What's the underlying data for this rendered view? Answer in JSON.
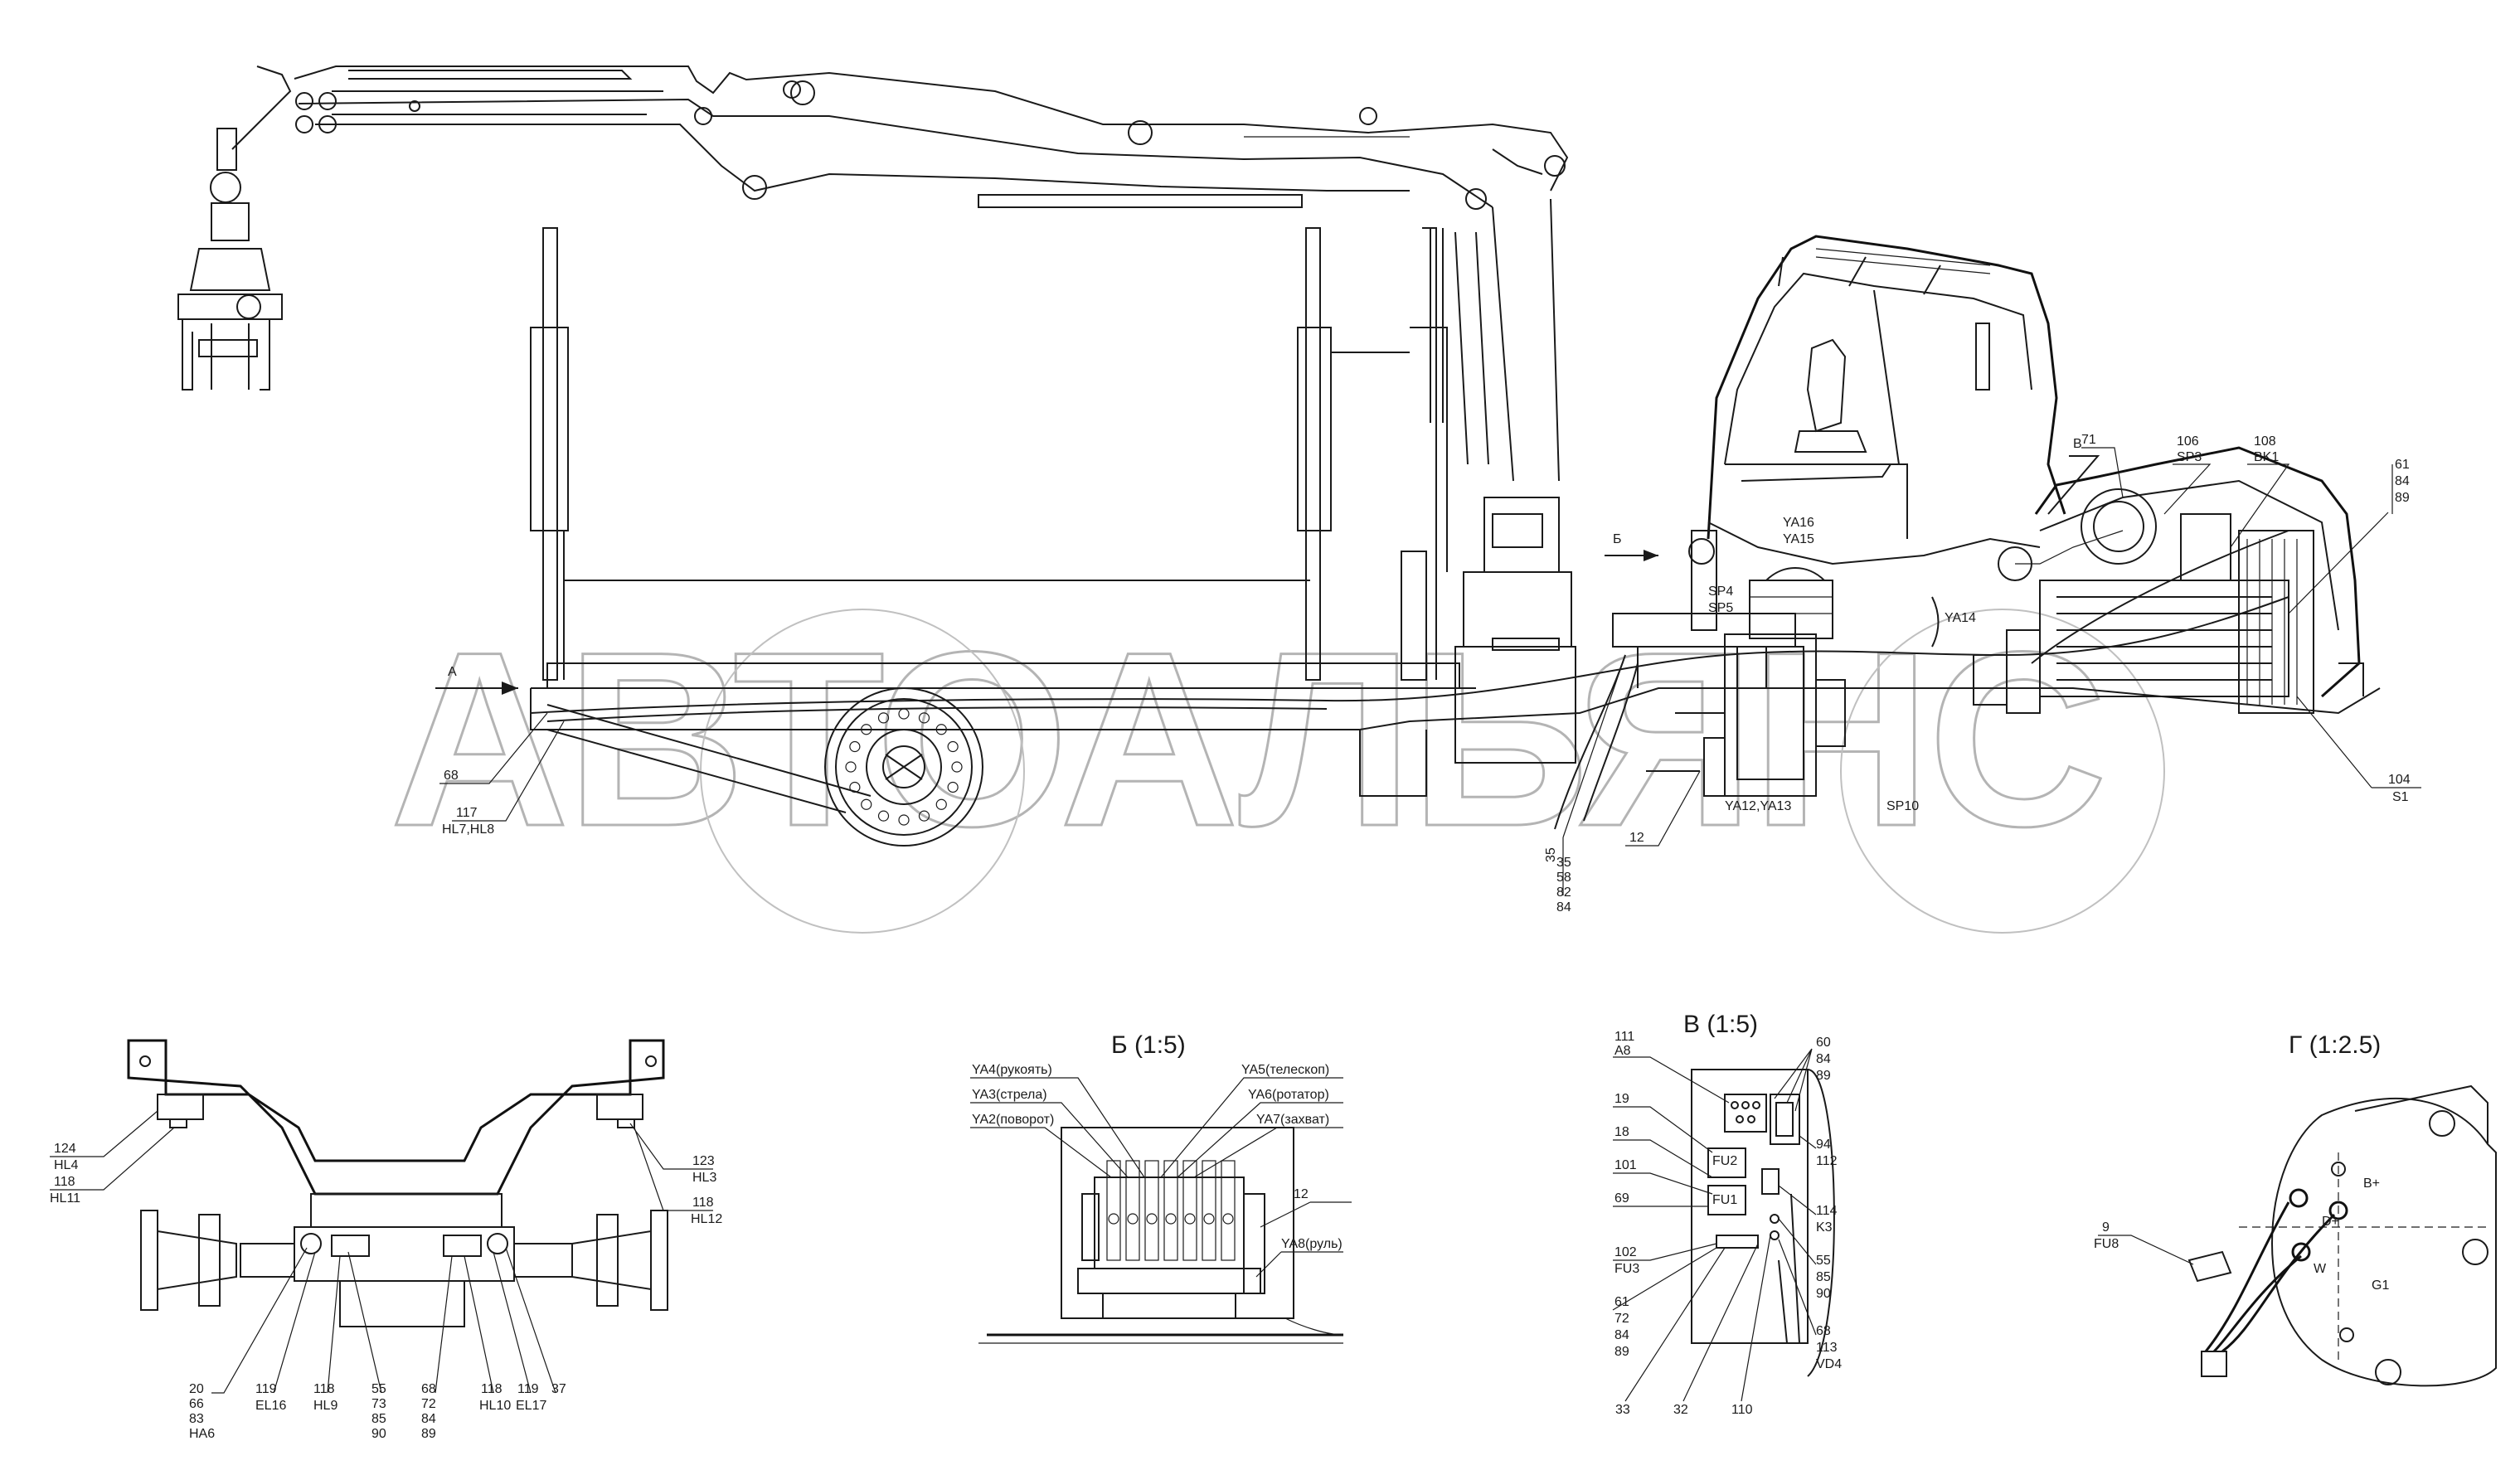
{
  "watermark": "АВТОАЛЬЯНС",
  "main_view": {
    "view_a": "А",
    "view_b": "Б",
    "view_v": "В",
    "labels": {
      "l68": "68",
      "l117": "117",
      "l117b": "HL7,HL8",
      "l35": "35",
      "l58": "58",
      "l82": "82",
      "l84": "84",
      "l12": "12",
      "ya16": "YA16",
      "ya15": "YA15",
      "sp4": "SP4",
      "sp5": "SP5",
      "ya14": "YA14",
      "ya12": "YA12,YA13",
      "sp10": "SP10",
      "l71": "71",
      "l106": "106",
      "sp3": "SP3",
      "l108": "108",
      "bk1": "BK1",
      "l61": "61",
      "l84b": "84",
      "l89": "89",
      "l104": "104",
      "s1": "S1"
    }
  },
  "axle_view": {
    "labels": {
      "l124": "124",
      "hl4": "HL4",
      "l118a": "118",
      "hl11": "HL11",
      "l123": "123",
      "hl3": "HL3",
      "l118b": "118",
      "hl12": "HL12",
      "l20": "20",
      "l66": "66",
      "l83": "83",
      "ha6": "HA6",
      "l119a": "119",
      "el16": "EL16",
      "l118c": "118",
      "hl9": "HL9",
      "l55": "55",
      "l73": "73",
      "l85": "85",
      "l90": "90",
      "l68": "68",
      "l72": "72",
      "l84": "84",
      "l89": "89",
      "l118d": "118",
      "hl10": "HL10",
      "l119b": "119",
      "el17": "EL17",
      "l37": "37"
    }
  },
  "detail_b": {
    "title": "Б (1:5)",
    "labels": {
      "ya4": "YA4(рукоять)",
      "ya3": "YA3(стрела)",
      "ya2": "YA2(поворот)",
      "ya5": "YA5(телескоп)",
      "ya6": "YA6(ротатор)",
      "ya7": "YA7(захват)",
      "l12": "12",
      "ya8": "YA8(руль)"
    }
  },
  "detail_v": {
    "title": "В (1:5)",
    "labels": {
      "l111": "111",
      "a8": "A8",
      "l19": "19",
      "l18": "18",
      "l101": "101",
      "l69": "69",
      "l102": "102",
      "fu3": "FU3",
      "fu2": "FU2",
      "fu1": "FU1",
      "l60": "60",
      "l84a": "84",
      "l89a": "89",
      "l94": "94",
      "l112": "112",
      "l114": "114",
      "k3": "K3",
      "l55": "55",
      "l85": "85",
      "l90": "90",
      "l68": "68",
      "l113": "113",
      "vd4": "VD4",
      "l61": "61",
      "l72": "72",
      "l84b": "84",
      "l89b": "89",
      "l33": "33",
      "l32": "32",
      "l110": "110"
    }
  },
  "detail_g": {
    "title": "Г (1:2.5)",
    "labels": {
      "l9": "9",
      "fu8": "FU8",
      "bplus": "B+",
      "dplus": "D+",
      "w": "W",
      "g1": "G1"
    }
  }
}
